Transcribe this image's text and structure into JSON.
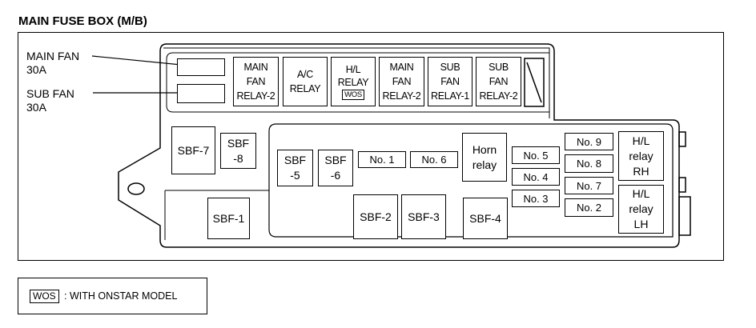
{
  "title": "MAIN FUSE BOX (M/B)",
  "labels": {
    "main_fan": "MAIN FAN\n30A",
    "sub_fan": "SUB FAN\n30A"
  },
  "relays": {
    "main_fan_relay_2a": "MAIN\nFAN\nRELAY-2",
    "ac_relay": "A/C\nRELAY",
    "hl_relay": "H/L\nRELAY",
    "hl_relay_wos": "WOS",
    "main_fan_relay_2b": "MAIN\nFAN\nRELAY-2",
    "sub_fan_relay_1": "SUB\nFAN\nRELAY-1",
    "sub_fan_relay_2": "SUB\nFAN\nRELAY-2"
  },
  "fuses": {
    "sbf7": "SBF-7",
    "sbf8": "SBF\n-8",
    "sbf5": "SBF\n-5",
    "sbf6": "SBF\n-6",
    "no1": "No. 1",
    "no6": "No. 6",
    "horn_relay": "Horn\nrelay",
    "no5": "No. 5",
    "no4": "No. 4",
    "no3": "No. 3",
    "no9": "No. 9",
    "no8": "No. 8",
    "no7": "No. 7",
    "no2": "No. 2",
    "hl_relay_rh": "H/L\nrelay\nRH",
    "hl_relay_lh": "H/L\nrelay\nLH",
    "sbf1": "SBF-1",
    "sbf2": "SBF-2",
    "sbf3": "SBF-3",
    "sbf4": "SBF-4"
  },
  "legend": {
    "wos": "WOS",
    "text": ": WITH ONSTAR MODEL"
  }
}
